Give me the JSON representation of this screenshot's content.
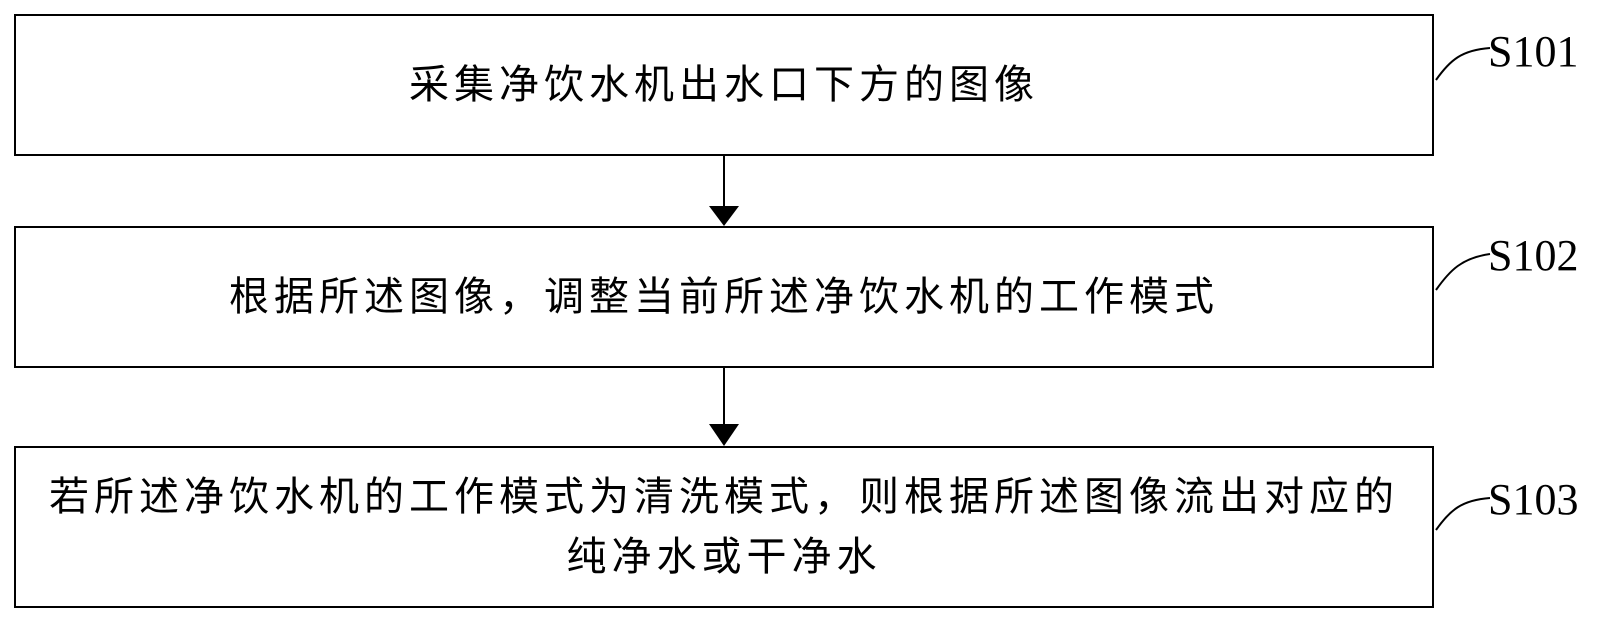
{
  "flowchart": {
    "steps": [
      {
        "label": "S101",
        "text": "采集净饮水机出水口下方的图像"
      },
      {
        "label": "S102",
        "text": "根据所述图像，调整当前所述净饮水机的工作模式"
      },
      {
        "label": "S103",
        "text": "若所述净饮水机的工作模式为清洗模式，则根据所述图像流出对应的纯净水或干净水"
      }
    ]
  }
}
